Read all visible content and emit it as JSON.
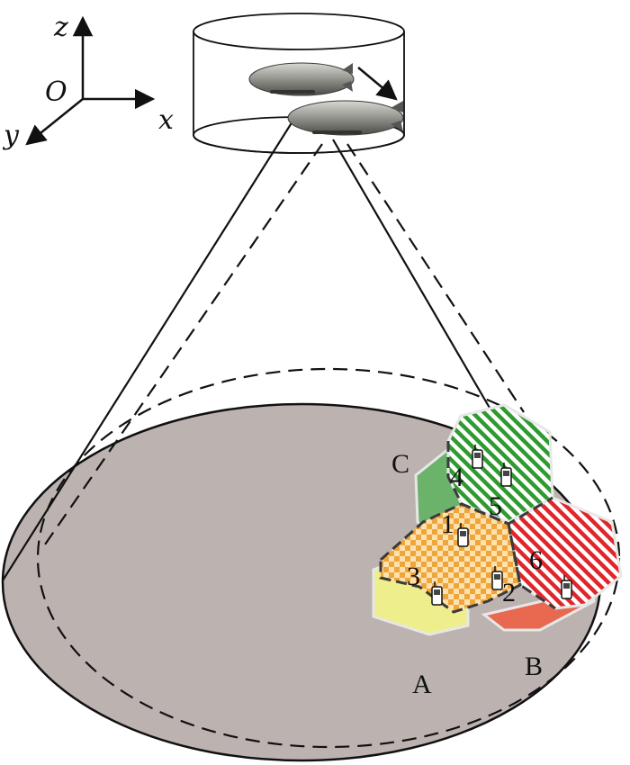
{
  "axes": {
    "x_label": "x",
    "y_label": "y",
    "z_label": "z",
    "origin_label": "O"
  },
  "cells": {
    "c1": "1",
    "c2": "2",
    "c3": "3",
    "c4": "4",
    "c5": "5",
    "c6": "6"
  },
  "zones": {
    "a": "A",
    "b": "B",
    "c": "C"
  },
  "colors": {
    "ground": "#bcb3b0",
    "zone_a": "#eeee8c",
    "zone_b": "#e8694f",
    "zone_c": "#6bb26b",
    "hatch_orange": "#f0a53a",
    "hatch_green": "#2f9a2f",
    "hatch_red": "#e0262a"
  },
  "icons": [
    "airship-icon",
    "airship-icon",
    "cellphone-icon"
  ]
}
